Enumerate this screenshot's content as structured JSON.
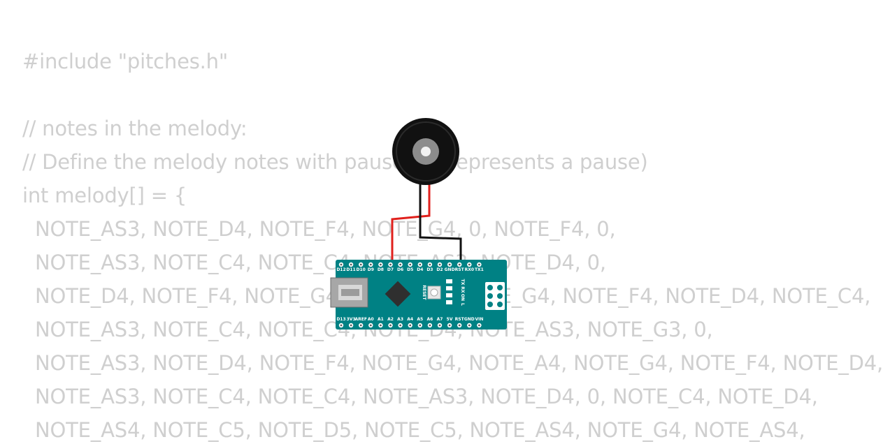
{
  "code": {
    "lines": [
      "#include \"pitches.h\"",
      "",
      "// notes in the melody:",
      "// Define the melody notes with pauses (0 represents a pause)",
      "int melody[] = {",
      "  NOTE_AS3, NOTE_D4, NOTE_F4, NOTE_G4, 0, NOTE_F4, 0,",
      "  NOTE_AS3, NOTE_C4, NOTE_C4, NOTE_AS3, NOTE_D4, 0,",
      "  NOTE_D4, NOTE_F4, NOTE_G4, NOTE_A4, NOTE_G4, NOTE_F4, NOTE_D4, NOTE_C4,",
      "  NOTE_AS3, NOTE_C4, NOTE_C4, NOTE_D4, NOTE_AS3, NOTE_G3, 0,",
      "  NOTE_AS3, NOTE_D4, NOTE_F4, NOTE_G4, NOTE_A4, NOTE_G4, NOTE_F4, NOTE_D4,",
      "  NOTE_AS3, NOTE_C4, NOTE_C4, NOTE_AS3, NOTE_D4, 0, NOTE_C4, NOTE_D4,",
      "  NOTE_AS4, NOTE_C5, NOTE_D5, NOTE_C5, NOTE_AS4, NOTE_G4, NOTE_AS4,"
    ]
  },
  "board": {
    "color": "#008184",
    "top_pins": [
      "D12",
      "D11",
      "D10",
      "D9",
      "D8",
      "D7",
      "D6",
      "D5",
      "D4",
      "D3",
      "D2",
      "GND",
      "RST",
      "RX0",
      "TX1"
    ],
    "bottom_pins": [
      "D13",
      "3V3",
      "AREF",
      "A0",
      "A1",
      "A2",
      "A3",
      "A4",
      "A5",
      "A6",
      "A7",
      "5V",
      "RST",
      "GND",
      "VIN"
    ],
    "reset_label": "RESET",
    "led_labels": [
      "TX",
      "RX",
      "ON",
      "L"
    ]
  },
  "wires": {
    "signal_color": "#e0201c",
    "ground_color": "#111111"
  },
  "buzzer": {
    "body_color": "#111111"
  }
}
